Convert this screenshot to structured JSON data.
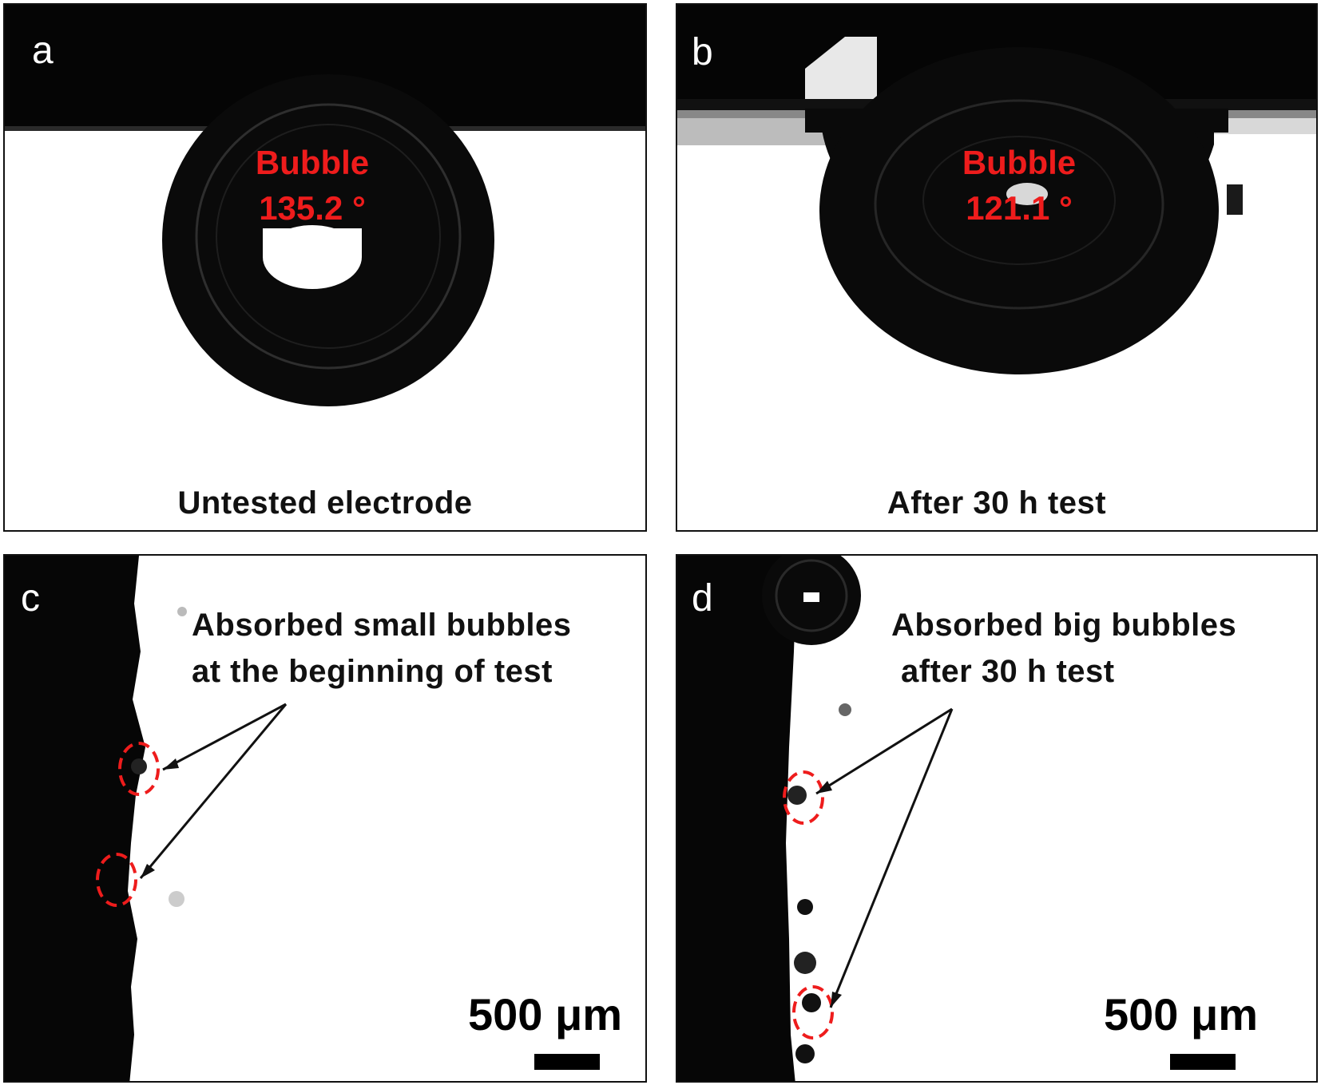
{
  "panels": {
    "a": {
      "letter": "a",
      "bubble_label": "Bubble",
      "angle": "135.2 °",
      "caption": "Untested electrode"
    },
    "b": {
      "letter": "b",
      "bubble_label": "Bubble",
      "angle": "121.1 °",
      "caption": "After 30 h test"
    },
    "c": {
      "letter": "c",
      "note_line1": "Absorbed small bubbles",
      "note_line2": "at the beginning of test",
      "scale": "500 μm"
    },
    "d": {
      "letter": "d",
      "note_line1": "Absorbed big bubbles",
      "note_line2": "after 30 h test",
      "scale": "500 μm"
    }
  },
  "colors": {
    "annotation_red": "#ee1c1c",
    "dark": "#0a0a0a",
    "frame": "#111111"
  }
}
